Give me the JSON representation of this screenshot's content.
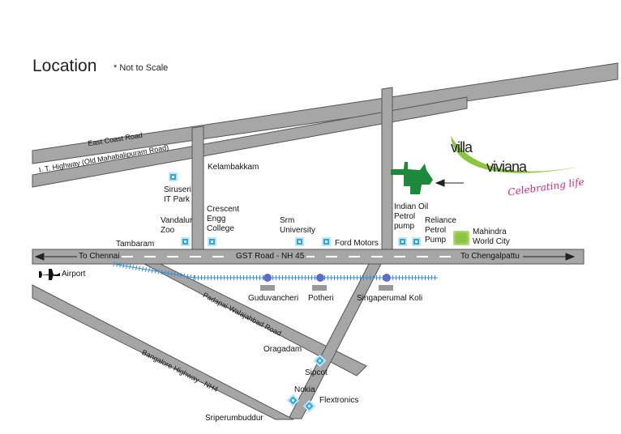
{
  "title": "Location",
  "note": "* Not to Scale",
  "roads": {
    "ecr": "East Coast Road",
    "ith": "I. T. Highway (Old Mahabalipuram Road)",
    "gst": "GST Road - NH 45",
    "padappai": "Padapai-Walajahbad Road",
    "bangalore": "Bangalore Highway - NH4",
    "to_chennai": "To Chennai",
    "to_chengalpattu": "To Chengalpattu"
  },
  "places": {
    "kelambakkam": "Kelambakkam",
    "siruseri": "Siruseri\nIT Park",
    "vandalur": "Vandalur\nZoo",
    "crescent": "Crescent\nEngg\nCollege",
    "srm": "Srm\nUniversity",
    "ford": "Ford Motors",
    "tambaram": "Tambaram",
    "indian_oil": "Indian Oil\nPetrol\npump",
    "reliance": "Reliance\nPetrol\nPump",
    "mahindra": "Mahindra\nWorld City",
    "airport": "Airport",
    "guduvancheri": "Guduvancheri",
    "potheri": "Potheri",
    "singaperumal": "Singaperumal Koli",
    "oragadam": "Oragadam",
    "sipcot": "Sipcot",
    "nokia": "Nokia",
    "flextronics": "Flextronics",
    "sriperumbuddur": "Sriperumbuddur"
  },
  "logo": {
    "line1": "villa",
    "line2": "viviana",
    "tagline": "Celebrating life"
  },
  "colors": {
    "road": "#a6a6a6",
    "marker": "#2aa6df",
    "site": "#1c8a3a",
    "rail": "#3a8fd0",
    "station": "#5b6fc8",
    "logo_green": "#8cc63f",
    "tagline": "#d4267a"
  }
}
